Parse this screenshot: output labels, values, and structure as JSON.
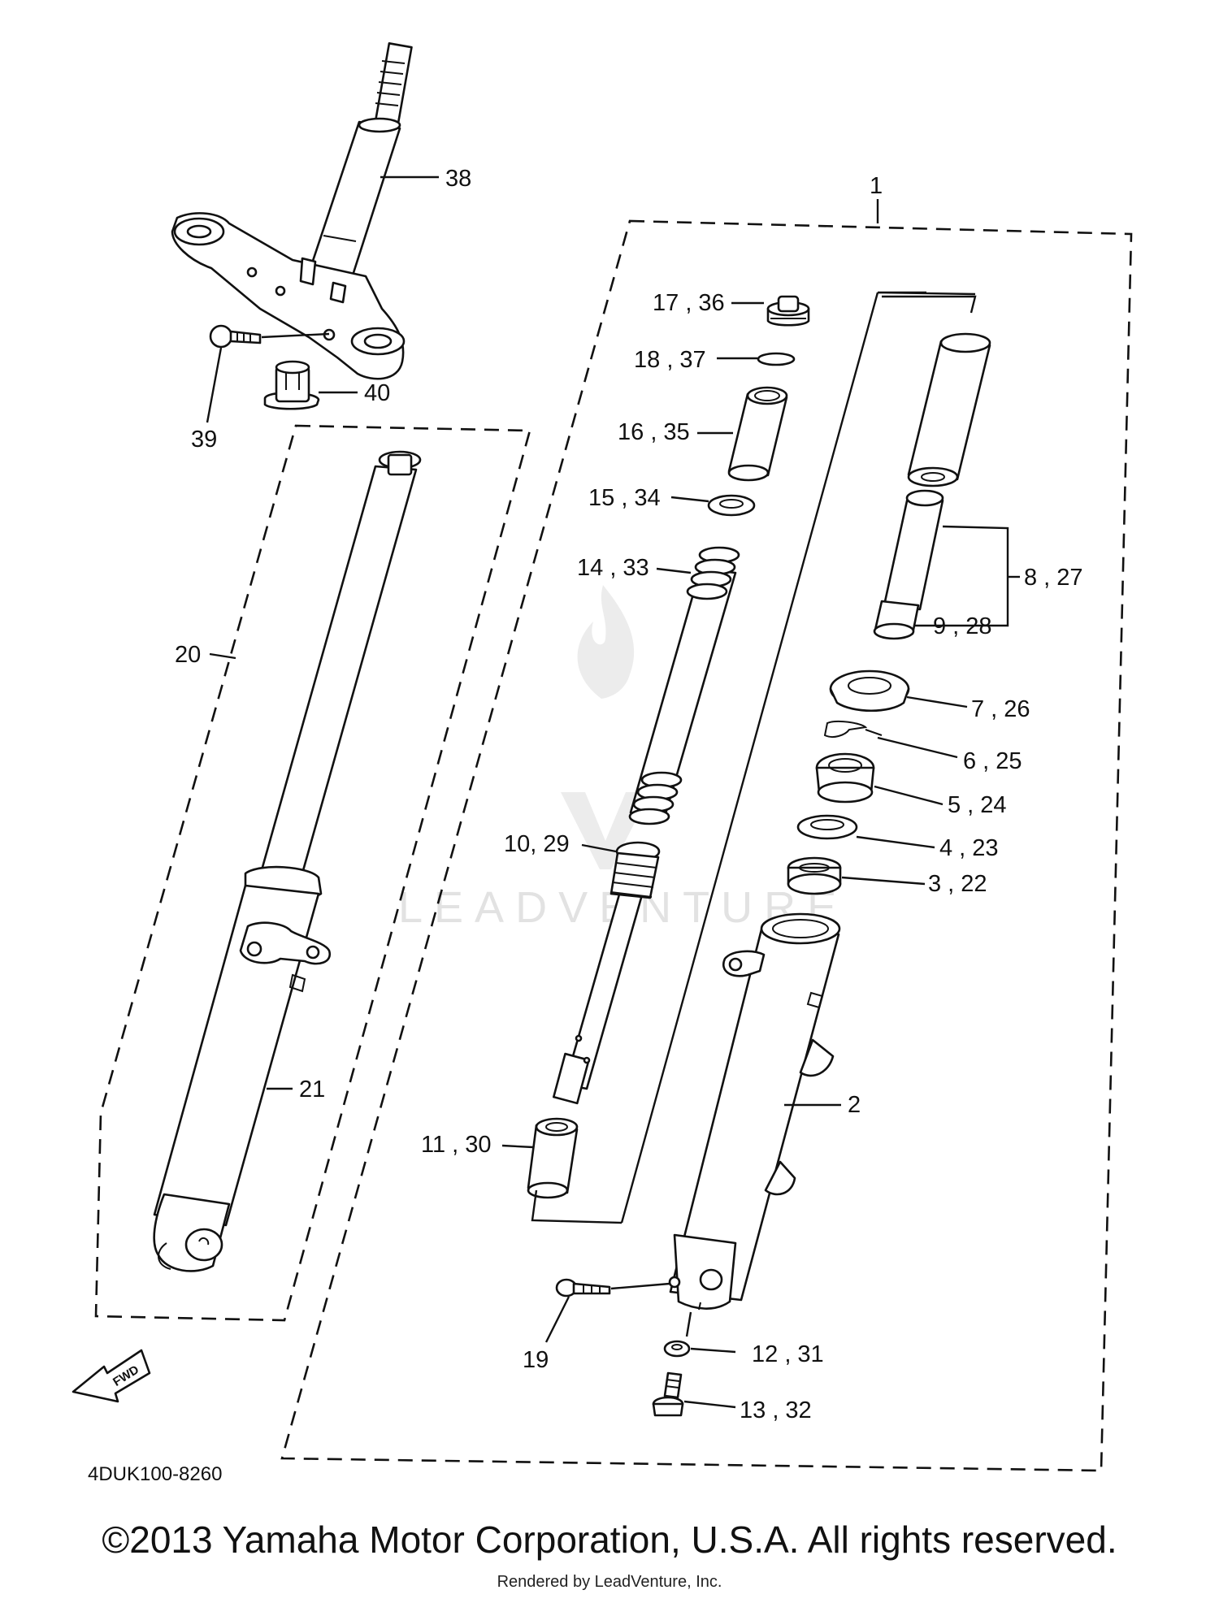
{
  "diagram": {
    "callouts": {
      "c1": "1",
      "c2": "2",
      "c3_22": "3 , 22",
      "c4_23": "4 , 23",
      "c5_24": "5 , 24",
      "c6_25": "6 , 25",
      "c7_26": "7 , 26",
      "c8_27": "8 , 27",
      "c9_28": "9 , 28",
      "c10_29": "10, 29",
      "c11_30": "11 , 30",
      "c12_31": "12 , 31",
      "c13_32": "13 , 32",
      "c14_33": "14 , 33",
      "c15_34": "15 , 34",
      "c16_35": "16 , 35",
      "c17_36": "17 , 36",
      "c18_37": "18 , 37",
      "c19": "19",
      "c20": "20",
      "c21": "21",
      "c38": "38",
      "c39": "39",
      "c40": "40"
    },
    "fwd_label": "FWD",
    "drawing_code": "4DUK100-8260",
    "watermark": "LEADVENTURE"
  },
  "footer": {
    "copyright": "©2013 Yamaha Motor Corporation, U.S.A. All rights reserved.",
    "rendered_by": "Rendered by LeadVenture, Inc."
  }
}
